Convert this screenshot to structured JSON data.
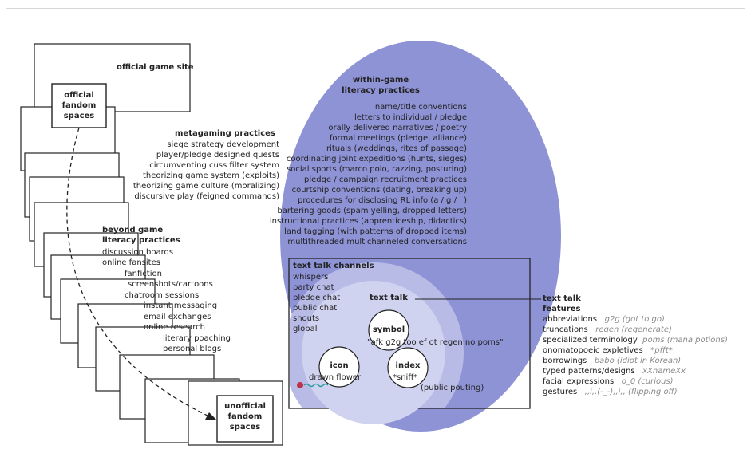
{
  "official_site": "official game site",
  "official_fandom": [
    "official",
    "fandom",
    "spaces"
  ],
  "unofficial_fandom": [
    "unofficial",
    "fandom",
    "spaces"
  ],
  "metagaming": {
    "title": "metagaming practices",
    "items": [
      "siege strategy development",
      "player/pledge designed quests",
      "circumventing cuss filter system",
      "theorizing game system (exploits)",
      "theorizing game culture (moralizing)",
      "discursive play (feigned commands)"
    ]
  },
  "beyond": {
    "title": [
      "beyond game",
      "literacy practices"
    ],
    "items": [
      "discussion boards",
      "online fansites",
      "fanfiction",
      "screenshots/cartoons",
      "chatroom sessions",
      "instant messaging",
      "email exchanges",
      "online research",
      "literary poaching",
      "personal blogs"
    ]
  },
  "within": {
    "title": [
      "within-game",
      "literacy practices"
    ],
    "items": [
      "name/title conventions",
      "letters to individual / pledge",
      "orally delivered narratives / poetry",
      "formal meetings (pledge, alliance)",
      "rituals (weddings, rites of passage)",
      "coordinating joint expeditions (hunts, sieges)",
      "social sports (marco polo, razzing, posturing)",
      "pledge / campaign recruitment practices",
      "courtship conventions (dating, breaking up)",
      "procedures for disclosing RL info (a / g / l )",
      "bartering goods (spam yelling, dropped letters)",
      "instructional practices (apprenticeship, didactics)",
      "land tagging (with patterns of dropped items)",
      "multithreaded multichanneled conversations"
    ]
  },
  "channels": {
    "title": "text talk channels",
    "items": [
      "whispers",
      "party chat",
      "pledge chat",
      "public chat",
      "shouts",
      "global"
    ]
  },
  "text_talk": "text talk",
  "symbol": {
    "label": "symbol",
    "example": "\"afk g2g too ef ot regen no poms\""
  },
  "icon": {
    "label": "icon",
    "example": "drawn flower"
  },
  "index": {
    "label": "index",
    "example": "*sniff*",
    "note": "(public pouting)"
  },
  "features": {
    "title": [
      "text talk",
      "features"
    ],
    "items": [
      {
        "term": "abbreviations",
        "example": "g2g (got to go)"
      },
      {
        "term": "truncations",
        "example": "regen (regenerate)"
      },
      {
        "term": "specialized terminology",
        "example": "poms (mana potions)"
      },
      {
        "term": "onomatopoeic expletives",
        "example": "*pfft*"
      },
      {
        "term": "borrowings",
        "example": "babo (idiot in Korean)"
      },
      {
        "term": "typed patterns/designs",
        "example": "xXnameXx"
      },
      {
        "term": "facial expressions",
        "example": "o_0 (curious)"
      },
      {
        "term": "gestures",
        "example": ",,i,,(-_-),,i,, (flipping off)"
      }
    ]
  },
  "colors": {
    "ellipse": "#8e93d6",
    "inner_circle": "#b7bbe6",
    "inner_core": "#d0d3f0",
    "flower_red": "#c0304a",
    "flower_stem": "#2a9a9a"
  }
}
